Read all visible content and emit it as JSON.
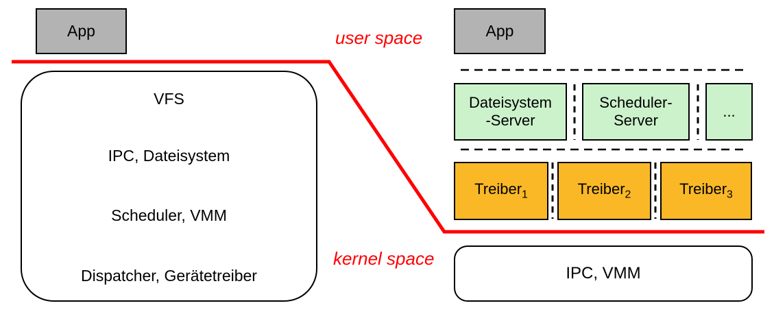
{
  "colors": {
    "box_gray": "#b3b3b3",
    "box_green": "#ccf2cc",
    "box_orange": "#fbb826",
    "line_red": "#ff0000",
    "border_black": "#000000"
  },
  "left": {
    "app": "App",
    "layers": [
      "VFS",
      "IPC, Dateisystem",
      "Scheduler, VMM",
      "Dispatcher, Gerätetreiber"
    ]
  },
  "divider": {
    "user_space": "user space",
    "kernel_space": "kernel space"
  },
  "right": {
    "app": "App",
    "servers": [
      {
        "line1": "Dateisystem",
        "line2": "-Server"
      },
      {
        "line1": "Scheduler-",
        "line2": "Server"
      },
      {
        "line1": "..."
      }
    ],
    "drivers": [
      {
        "name": "Treiber",
        "sub": "1"
      },
      {
        "name": "Treiber",
        "sub": "2"
      },
      {
        "name": "Treiber",
        "sub": "3"
      }
    ],
    "kernel_box": "IPC, VMM"
  }
}
